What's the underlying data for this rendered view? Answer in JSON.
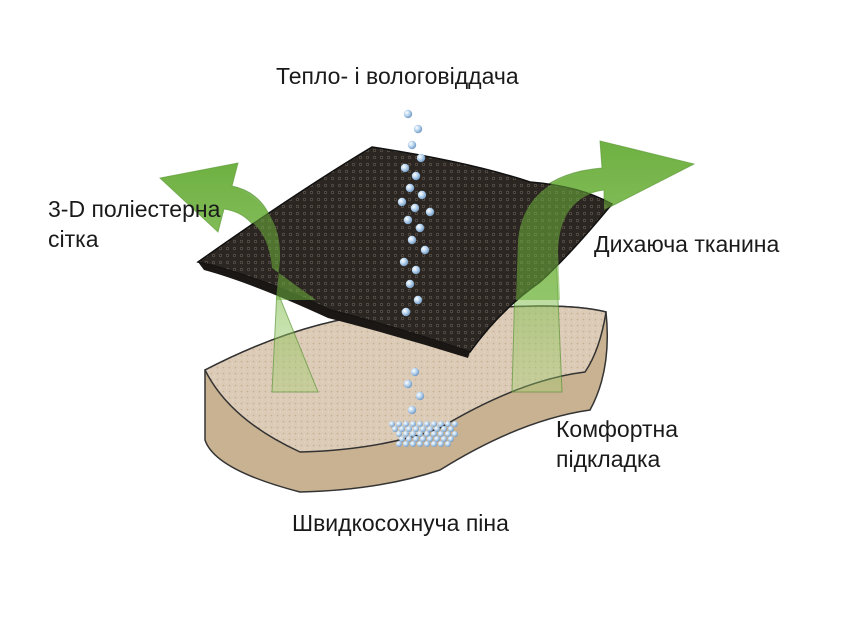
{
  "labels": {
    "heat_moisture": "Тепло- і вологовіддача",
    "mesh_line1": "3-D поліестерна",
    "mesh_line2": "сітка",
    "breathable_fabric": "Дихаюча тканина",
    "comfort_line1": "Комфортна",
    "comfort_line2": "підкладка",
    "quick_dry_foam": "Швидкосохнуча піна"
  },
  "colors": {
    "fabric": "#2b2621",
    "foam_top": "#dccbb6",
    "foam_side": "#c9b292",
    "arrow_green": "#7fc04c",
    "droplet": "#9fc3e6",
    "text": "#1a1a1a"
  }
}
